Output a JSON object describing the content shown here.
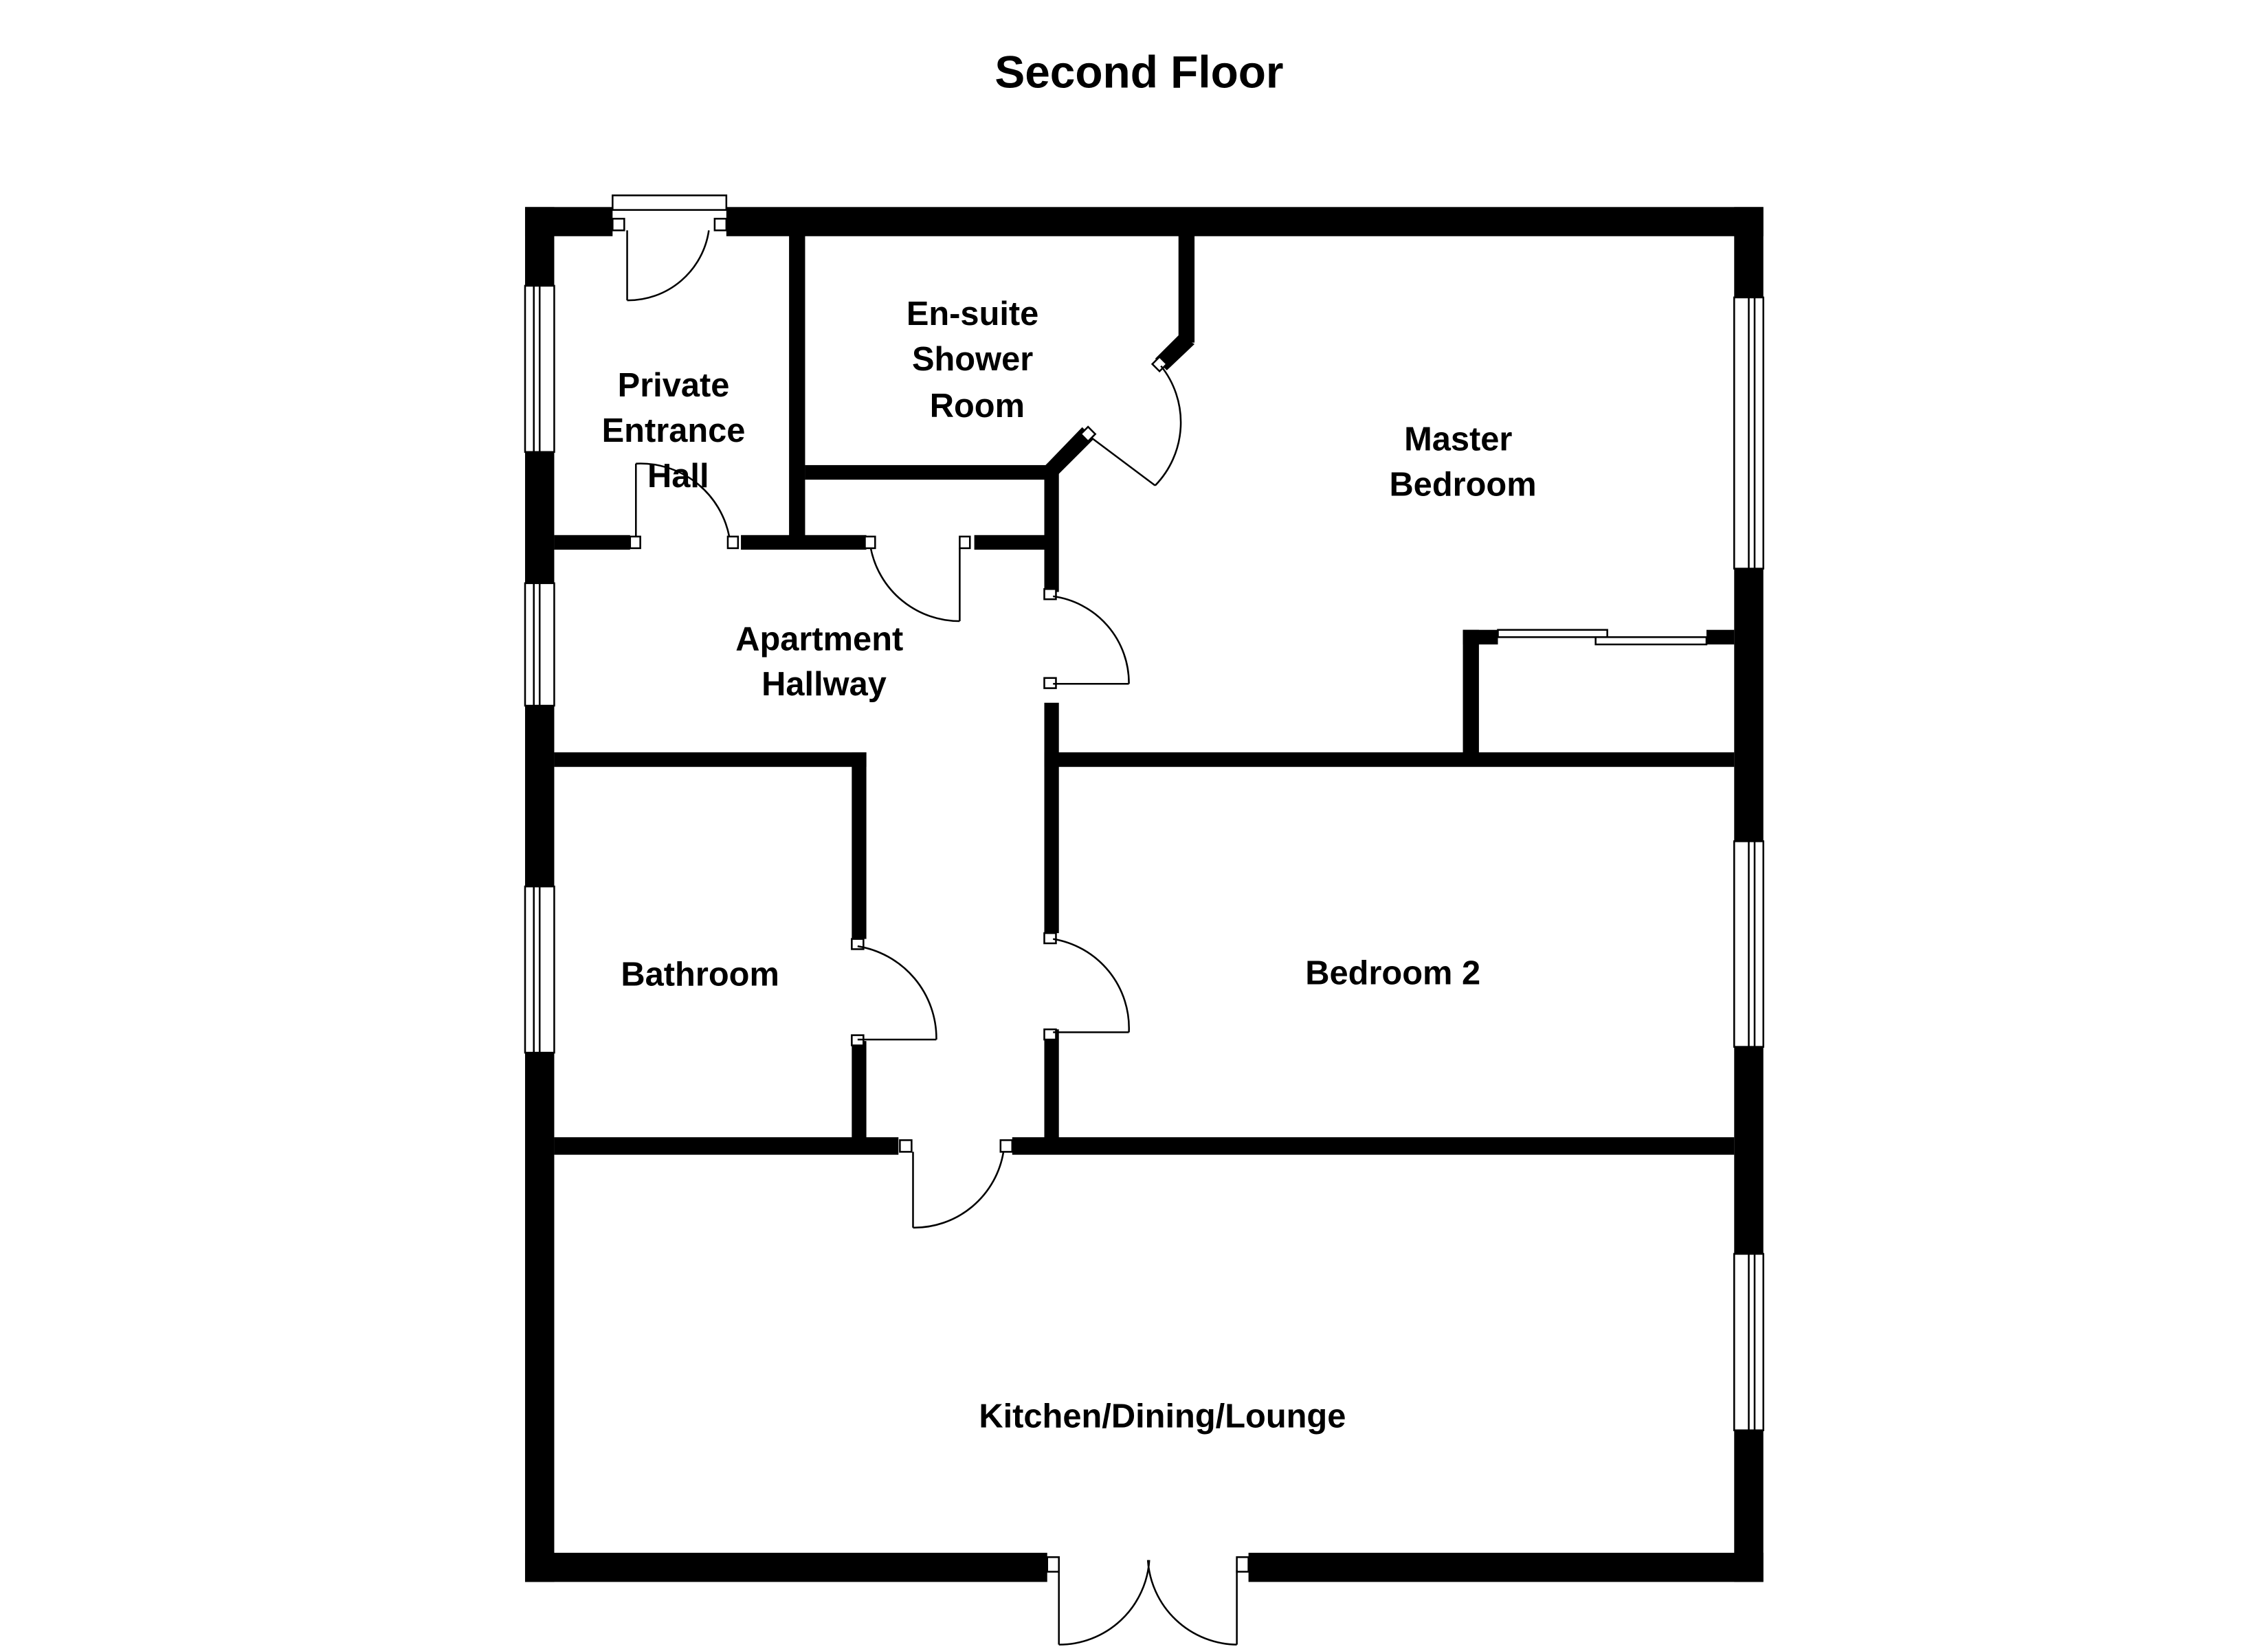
{
  "title": "Second Floor",
  "rooms": {
    "entrance_hall": [
      "Private",
      "Entrance",
      "Hall"
    ],
    "ensuite": [
      "En-suite",
      "Shower",
      "Room"
    ],
    "master_bedroom": [
      "Master",
      "Bedroom"
    ],
    "hallway": [
      "Apartment",
      "Hallway"
    ],
    "bathroom": [
      "Bathroom"
    ],
    "bedroom2": [
      "Bedroom 2"
    ],
    "kitchen": [
      "Kitchen/Dining/Lounge"
    ]
  },
  "colors": {
    "wall": "#000000",
    "background": "#ffffff"
  }
}
